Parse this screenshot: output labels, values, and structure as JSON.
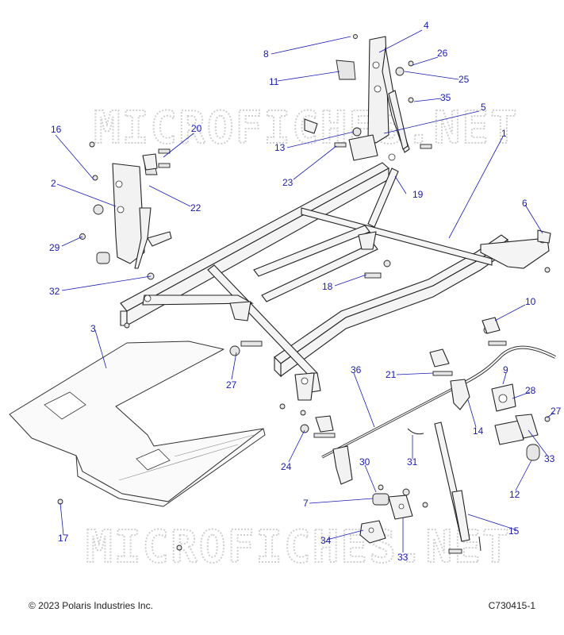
{
  "watermark": {
    "text": "MICROFICHES.NET"
  },
  "footer": {
    "copyright": "© 2023 Polaris Industries Inc.",
    "figure_id": "C730415-1"
  },
  "callouts": [
    {
      "id": "c1",
      "label": "1"
    },
    {
      "id": "c2",
      "label": "2"
    },
    {
      "id": "c3",
      "label": "3"
    },
    {
      "id": "c4",
      "label": "4"
    },
    {
      "id": "c5",
      "label": "5"
    },
    {
      "id": "c6",
      "label": "6"
    },
    {
      "id": "c7",
      "label": "7"
    },
    {
      "id": "c8",
      "label": "8"
    },
    {
      "id": "c9",
      "label": "9"
    },
    {
      "id": "c10",
      "label": "10"
    },
    {
      "id": "c11",
      "label": "11"
    },
    {
      "id": "c12",
      "label": "12"
    },
    {
      "id": "c13",
      "label": "13"
    },
    {
      "id": "c14",
      "label": "14"
    },
    {
      "id": "c15",
      "label": "15"
    },
    {
      "id": "c16",
      "label": "16"
    },
    {
      "id": "c17",
      "label": "17"
    },
    {
      "id": "c18",
      "label": "18"
    },
    {
      "id": "c19",
      "label": "19"
    },
    {
      "id": "c20",
      "label": "20"
    },
    {
      "id": "c21",
      "label": "21"
    },
    {
      "id": "c22",
      "label": "22"
    },
    {
      "id": "c23",
      "label": "23"
    },
    {
      "id": "c24",
      "label": "24"
    },
    {
      "id": "c25",
      "label": "25"
    },
    {
      "id": "c26",
      "label": "26"
    },
    {
      "id": "c27a",
      "label": "27"
    },
    {
      "id": "c27b",
      "label": "27"
    },
    {
      "id": "c28",
      "label": "28"
    },
    {
      "id": "c29",
      "label": "29"
    },
    {
      "id": "c30",
      "label": "30"
    },
    {
      "id": "c31",
      "label": "31"
    },
    {
      "id": "c32",
      "label": "32"
    },
    {
      "id": "c33a",
      "label": "33"
    },
    {
      "id": "c33b",
      "label": "33"
    },
    {
      "id": "c34",
      "label": "34"
    },
    {
      "id": "c35",
      "label": "35"
    },
    {
      "id": "c36",
      "label": "36"
    }
  ],
  "colors": {
    "callout": "#1a1ab4",
    "linework": "#222222",
    "watermark": "#cfcfcf"
  }
}
